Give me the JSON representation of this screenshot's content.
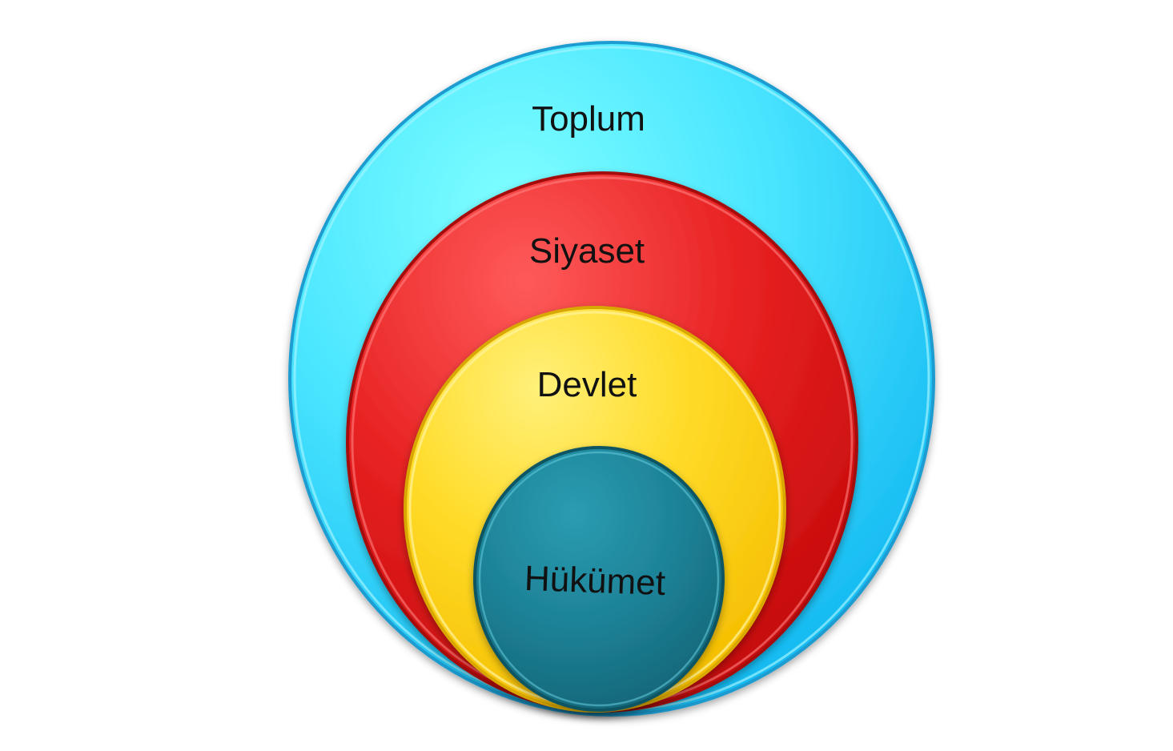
{
  "diagram": {
    "type": "nested-circles",
    "rings": [
      {
        "id": "toplum",
        "label": "Toplum",
        "color": "#2EC9F2"
      },
      {
        "id": "siyaset",
        "label": "Siyaset",
        "color": "#E01E1E"
      },
      {
        "id": "devlet",
        "label": "Devlet",
        "color": "#FFD21A"
      },
      {
        "id": "hukumet",
        "label": "Hükümet",
        "color": "#1F8296"
      }
    ]
  }
}
